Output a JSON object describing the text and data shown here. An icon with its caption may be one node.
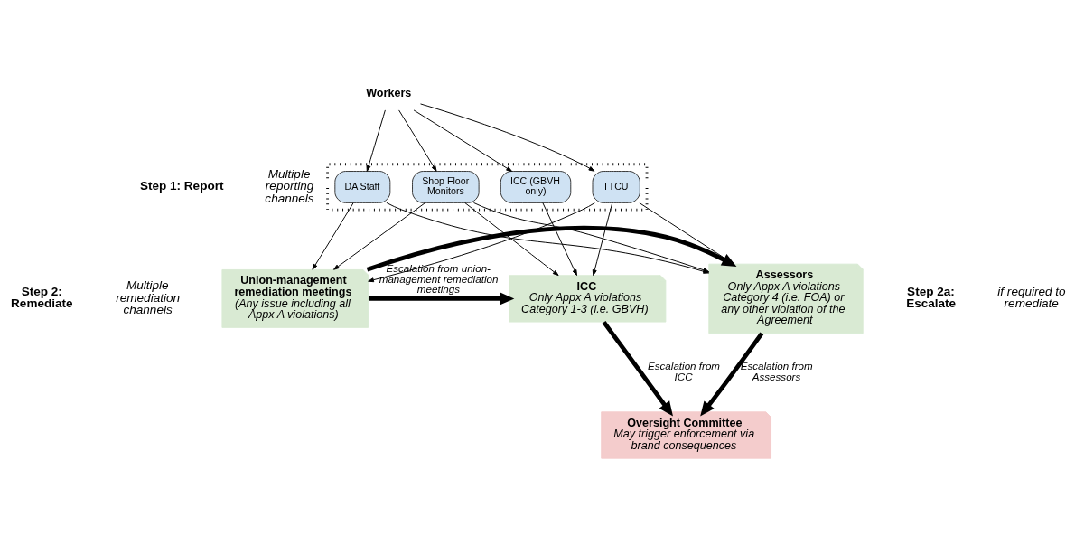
{
  "diagram": {
    "nodes": [
      {
        "text": [
          "Workers"
        ]
      },
      {
        "text": [],
        "shape": "box"
      },
      {
        "text": [
          "Shop Floor Monitors"
        ],
        "in": 1
      },
      {
        "text": [
          "TTCU"
        ],
        "in": 1
      },
      {
        "text": [
          "DA Staff"
        ],
        "in": 1
      },
      {
        "text": [
          "ICC (GBVH only)"
        ],
        "in": 1
      },
      {
        "text": [
          "Union-management remediation meetings",
          "(Any issue including all Appx A violations)"
        ]
      },
      {
        "text": [
          "ICC",
          "Only Appx A violations Category 1-3 (i.e. GBVH)"
        ]
      },
      {
        "text": [
          "Assessors",
          "Only Appx A violations Category 4 (i.e. FOA) or any other violation of the Agreement"
        ]
      },
      {
        "text": [
          "Oversight Committee",
          "May trigger enforcement via brand consequences"
        ]
      }
    ],
    "edges": [
      {
        "from": 0,
        "to": 2,
        "arrow": "to"
      },
      {
        "from": 0,
        "to": 3,
        "arrow": "to"
      },
      {
        "from": 0,
        "to": 4,
        "arrow": "to"
      },
      {
        "from": 0,
        "to": 5,
        "arrow": "to"
      },
      {
        "from": 2,
        "to": 6,
        "arrow": "to"
      },
      {
        "from": 2,
        "to": 7,
        "arrow": "to"
      },
      {
        "from": 2,
        "to": 8,
        "arrow": "to"
      },
      {
        "from": 3,
        "to": 6,
        "arrow": "to"
      },
      {
        "from": 3,
        "to": 7,
        "arrow": "to"
      },
      {
        "from": 3,
        "to": 8,
        "arrow": "to"
      },
      {
        "from": 4,
        "to": 6,
        "arrow": "to"
      },
      {
        "from": 4,
        "to": 8,
        "arrow": "to"
      },
      {
        "from": 5,
        "to": 7,
        "arrow": "to"
      },
      {
        "from": 6,
        "to": 7,
        "arrow": "to",
        "style": "thick",
        "label": "Escalation from union-management remediation meetings"
      },
      {
        "from": 6,
        "to": 8,
        "arrow": "to",
        "style": "thick"
      },
      {
        "from": 7,
        "to": 9,
        "arrow": "to",
        "style": "thick",
        "label": "Escalation from ICC"
      },
      {
        "from": 8,
        "to": 9,
        "arrow": "to",
        "style": "thick",
        "label": "Escalation from Assessors"
      }
    ],
    "labels": [
      "Step 1: Report",
      "Multiple reporting channels",
      "Step 2: Remediate",
      "Multiple remediation channels",
      "Step 2a: Escalate",
      "if required to remediate"
    ]
  }
}
